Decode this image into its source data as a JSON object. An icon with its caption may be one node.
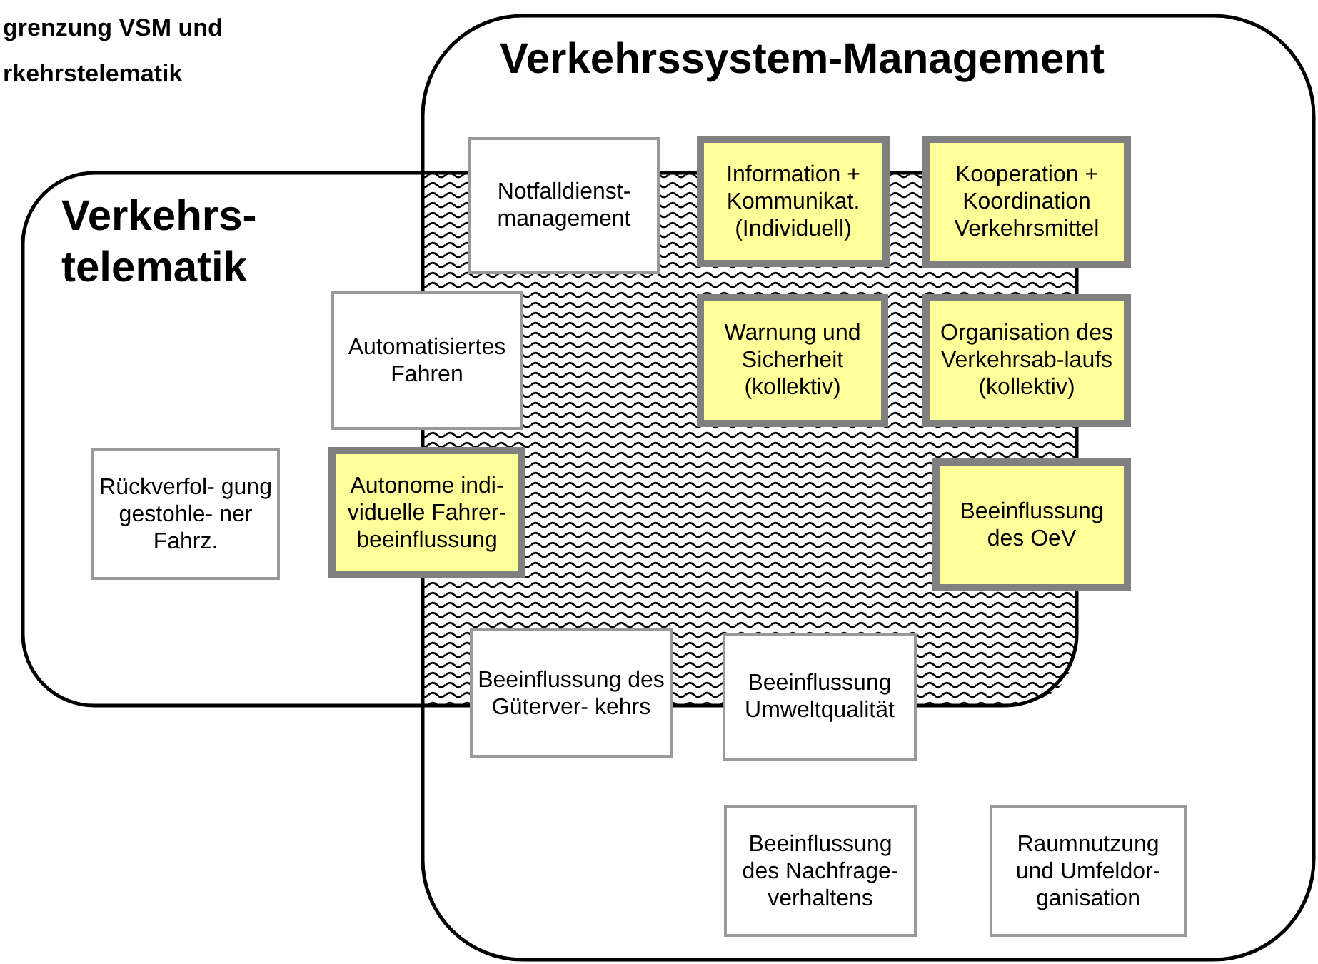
{
  "diagram": {
    "title": "grenzung VSM und rkehrstelematik",
    "nodes": [
      {
        "text": [
          "Verkehrssystem-Management"
        ]
      },
      {
        "text": [
          "Verkehrs- telematik"
        ]
      },
      {
        "text": [
          "Notfalldienst- management"
        ],
        "in": 0
      },
      {
        "text": [
          "Information + Kommunikat. (Individuell)"
        ],
        "in": 0
      },
      {
        "text": [
          "Kooperation + Koordination Verkehrsmittel"
        ],
        "in": 0
      },
      {
        "text": [
          "Automatisiertes Fahren"
        ],
        "in": 1
      },
      {
        "text": [
          "Warnung und Sicherheit (kollektiv)"
        ]
      },
      {
        "text": [
          "Organisation des Verkehrsab-laufs (kollektiv)"
        ],
        "in": 0
      },
      {
        "text": [
          "Rückverfol- gung gestohle- ner Fahrz."
        ],
        "in": 1
      },
      {
        "text": [
          "Autonome indi- viduelle Fahrer- beeinflussung"
        ],
        "in": 1
      },
      {
        "text": [
          "Beeinflussung des OeV"
        ],
        "in": 0
      },
      {
        "text": [
          "Beeinflussung des Güterver- kehrs"
        ],
        "in": 0
      },
      {
        "text": [
          "Beeinflussung Umweltqualität"
        ],
        "in": 0
      },
      {
        "text": [
          "Beeinflussung des Nachfrage- verhaltens"
        ],
        "in": 0
      },
      {
        "text": [
          "Raumnutzung und Umfeldor- ganisation"
        ],
        "in": 0
      }
    ],
    "edges": []
  }
}
